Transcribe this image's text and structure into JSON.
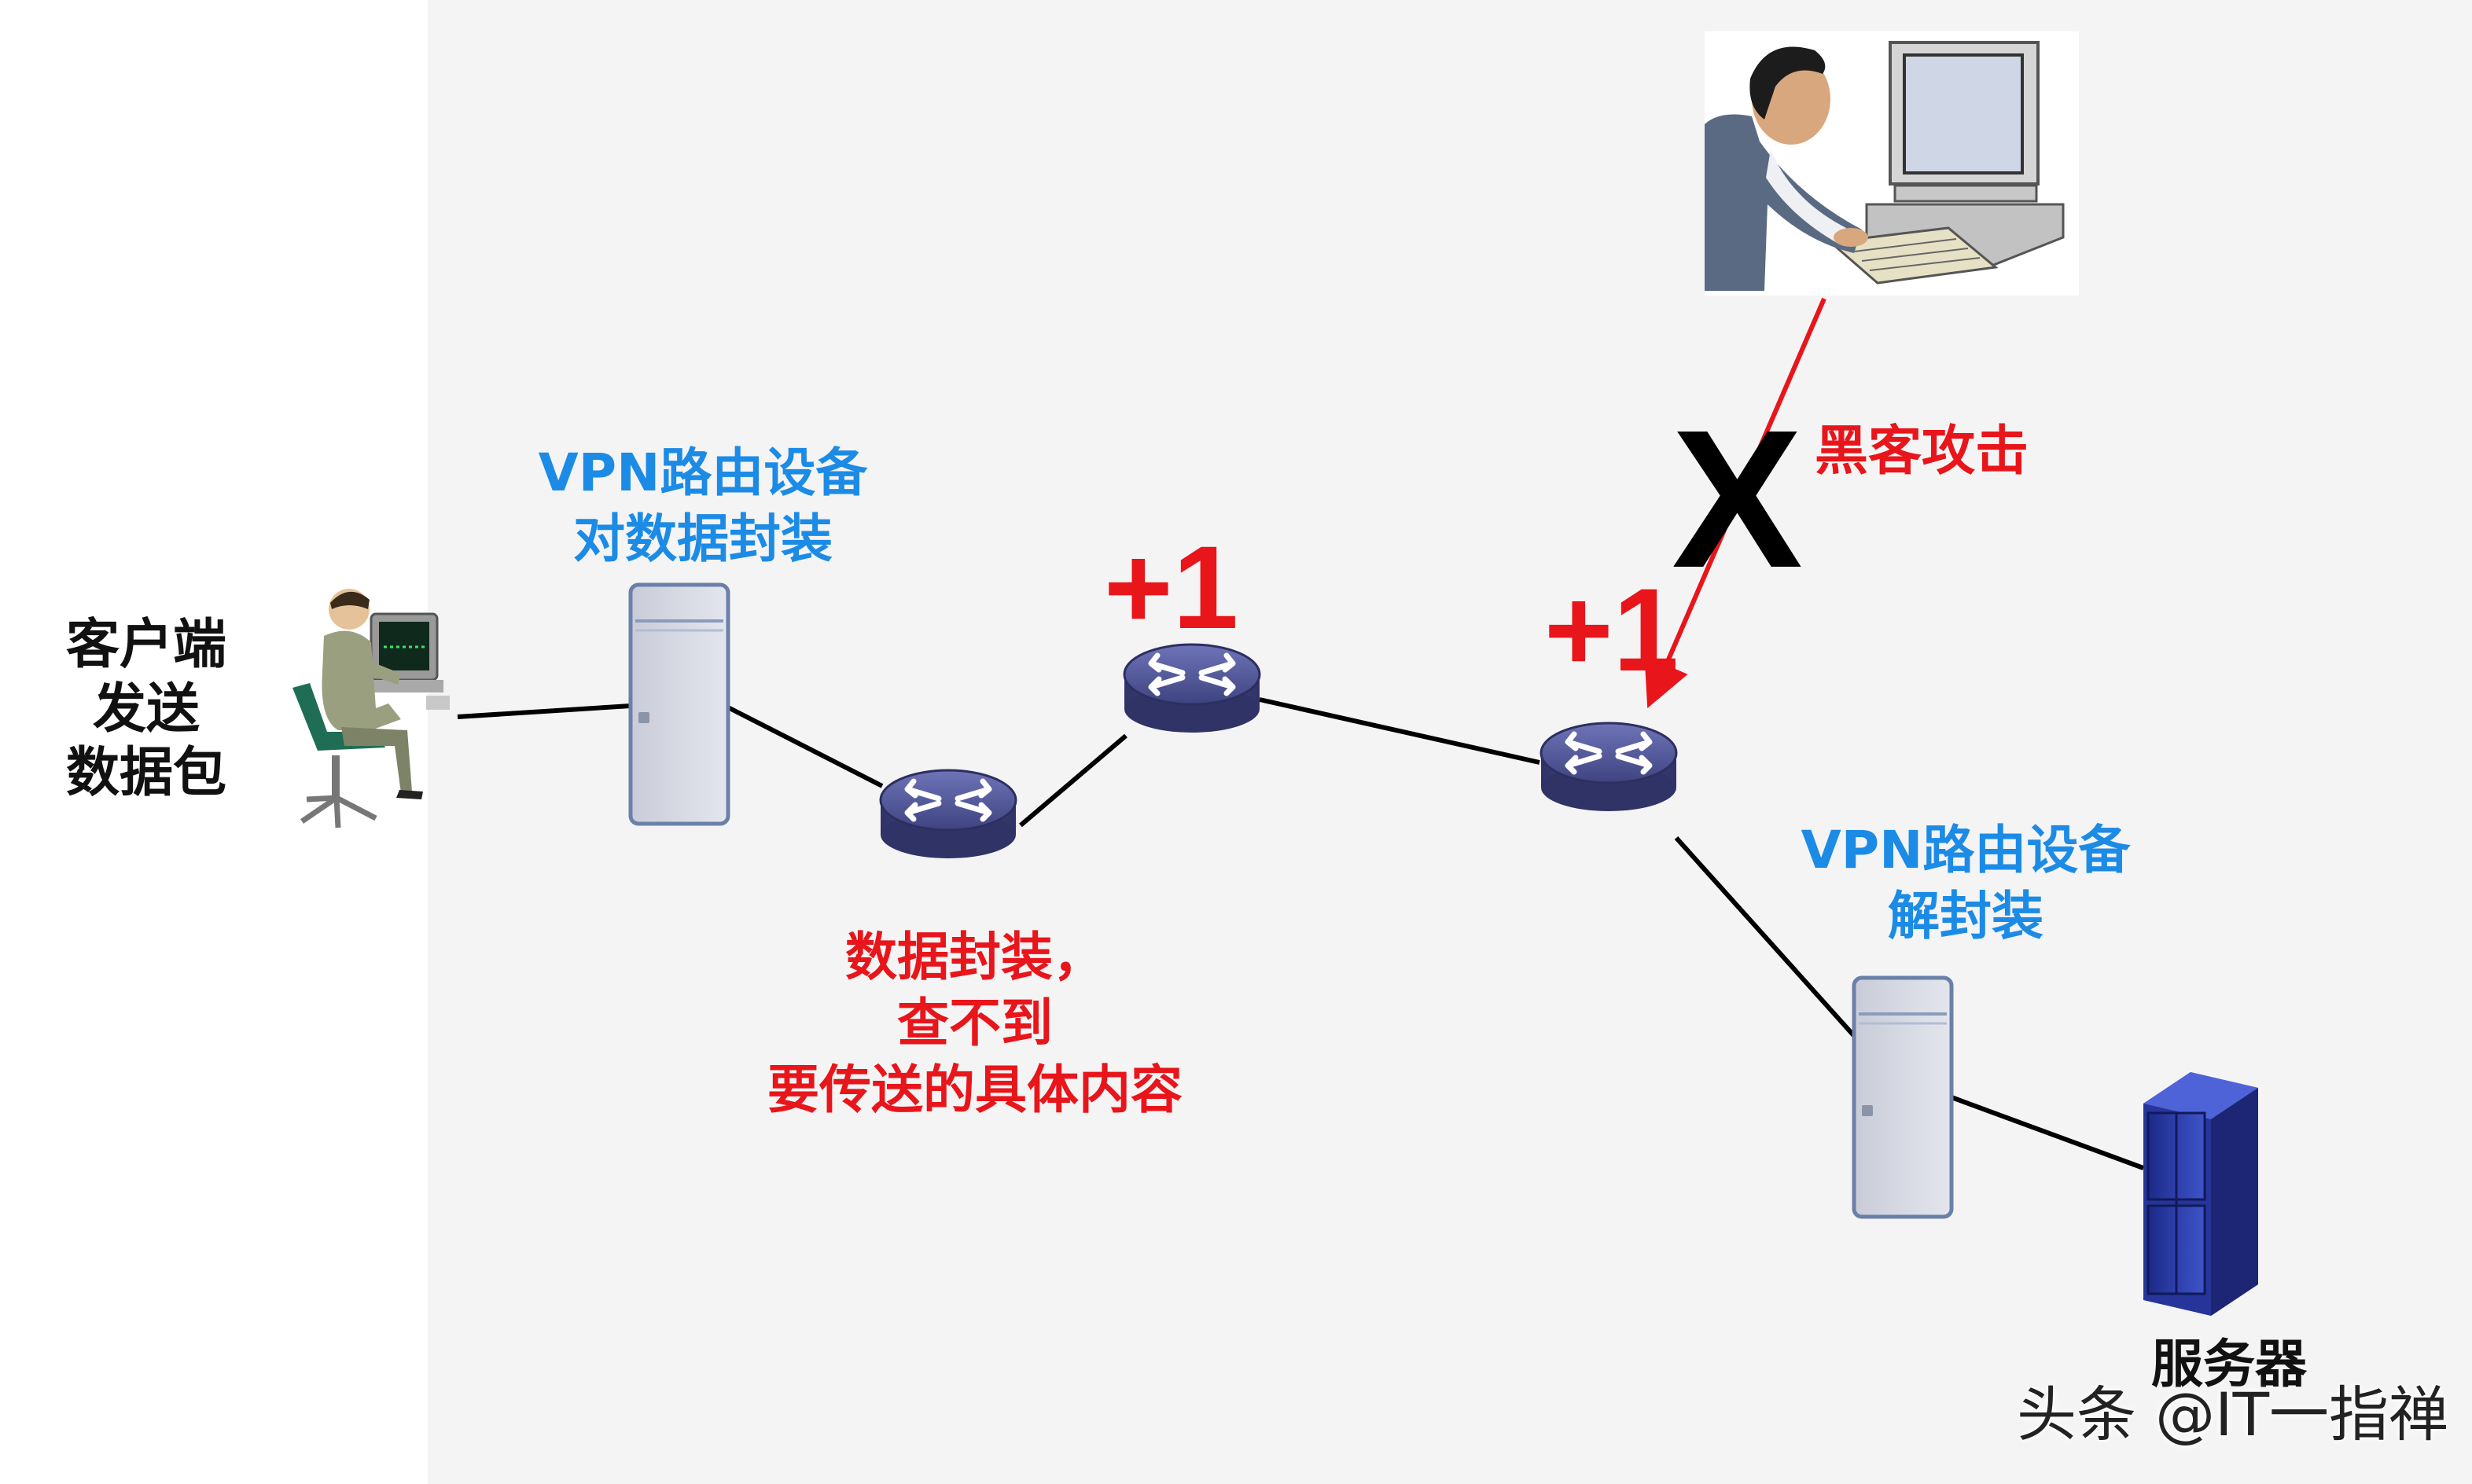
{
  "labels": {
    "client": [
      "客户端",
      "发送",
      "数据包"
    ],
    "vpn_encap": [
      "VPN路由设备",
      "对数据封装"
    ],
    "router_note": [
      "数据封装，",
      "查不到",
      "要传送的具体内容"
    ],
    "hops": [
      "+1",
      "+1"
    ],
    "attack_mark": "X",
    "attack": "黑客攻击",
    "vpn_decap": [
      "VPN路由设备",
      "解封装"
    ],
    "server": "服务器"
  },
  "watermark": "头条 @IT一指禅",
  "colors": {
    "blue_text": "#1b8be6",
    "red_text": "#e8151b",
    "router_body": "#4a4f8c",
    "link_line": "#000000",
    "attack_arrow": "#e8151b"
  },
  "icons": {
    "client": "person-at-computer-icon",
    "hacker": "hacker-at-workstation-icon",
    "vpn_device": "tower-server-icon",
    "router": "router-icon",
    "server": "server-rack-icon"
  }
}
